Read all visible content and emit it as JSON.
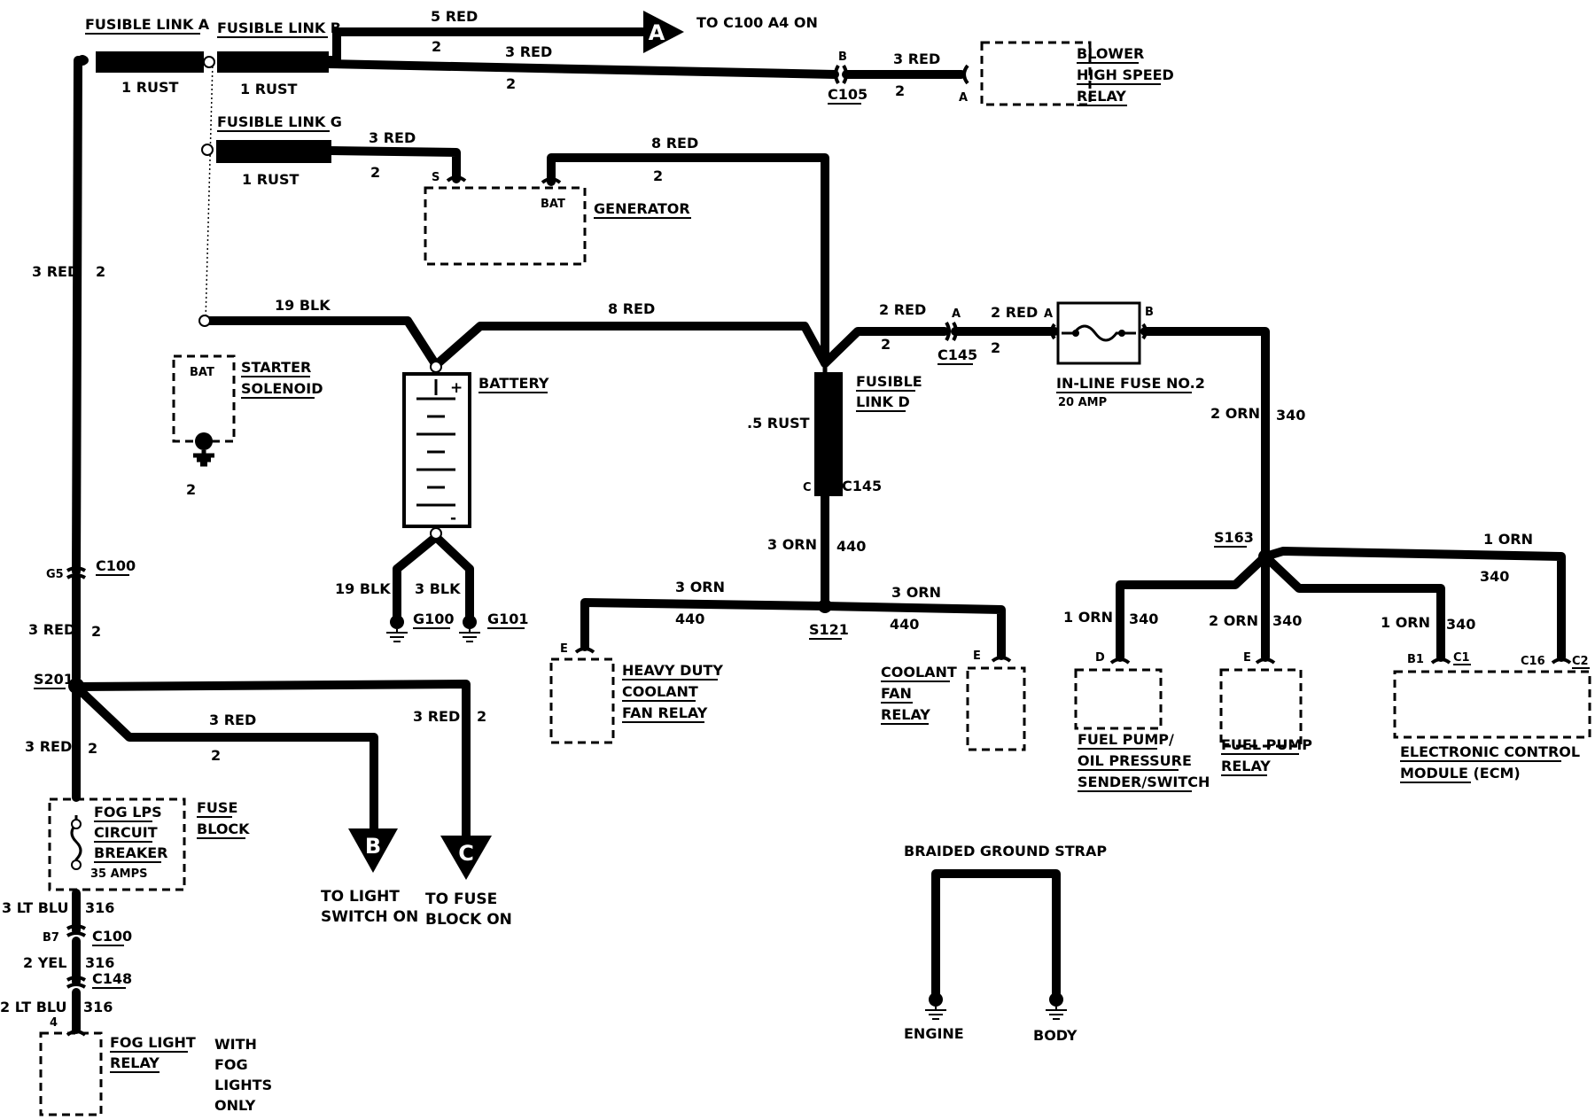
{
  "fusible_links": {
    "a": "FUSIBLE LINK A",
    "b": "FUSIBLE LINK B",
    "g": "FUSIBLE LINK G",
    "d_line1": "FUSIBLE",
    "d_line2": "LINK D"
  },
  "components": {
    "blower_line1": "BLOWER",
    "blower_line2": "HIGH SPEED",
    "blower_line3": "RELAY",
    "generator": "GENERATOR",
    "gen_bat": "BAT",
    "starter_bat": "BAT",
    "starter_line1": "STARTER",
    "starter_line2": "SOLENOID",
    "battery": "BATTERY",
    "battery_pos": "+",
    "battery_neg": "-",
    "inline_fuse": "IN-LINE FUSE NO.2",
    "inline_fuse_rating": "20 AMP",
    "hd_fan_line1": "HEAVY DUTY",
    "hd_fan_line2": "COOLANT",
    "hd_fan_line3": "FAN RELAY",
    "fan_line1": "COOLANT",
    "fan_line2": "FAN",
    "fan_line3": "RELAY",
    "fp_oil_line1": "FUEL PUMP/",
    "fp_oil_line2": "OIL PRESSURE",
    "fp_oil_line3": "SENDER/SWITCH",
    "fp_relay_line1": "FUEL PUMP",
    "fp_relay_line2": "RELAY",
    "ecm_line1": "ELECTRONIC CONTROL",
    "ecm_line2": "MODULE (ECM)",
    "fuse_block_line1": "FUSE",
    "fuse_block_line2": "BLOCK",
    "cb_line1": "FOG LPS",
    "cb_line2": "CIRCUIT",
    "cb_line3": "BREAKER",
    "cb_rating": "35 AMPS",
    "fog_relay_line1": "FOG LIGHT",
    "fog_relay_line2": "RELAY",
    "fog_note_line1": "WITH",
    "fog_note_line2": "FOG",
    "fog_note_line3": "LIGHTS",
    "fog_note_line4": "ONLY",
    "strap": "BRAIDED GROUND STRAP",
    "engine": "ENGINE",
    "body": "BODY"
  },
  "offpage": {
    "a_letter": "A",
    "a_text": "TO C100 A4 ON",
    "b_letter": "B",
    "b_line1": "TO LIGHT",
    "b_line2": "SWITCH ON",
    "c_letter": "C",
    "c_line1": "TO FUSE",
    "c_line2": "BLOCK ON"
  },
  "wires": {
    "link_a_wire": "1 RUST",
    "link_b_wire": "1 RUST",
    "link_g_wire": "1 RUST",
    "five_red": "5 RED",
    "five_red_circ": "2",
    "three_red_blower": "3 RED",
    "three_red_blower_circ": "2",
    "c105_out": "3 RED",
    "c105_out_circ": "2",
    "three_red_s": "3 RED",
    "three_red_s_circ": "2",
    "eight_red_gen": "8 RED",
    "eight_red_gen_circ": "2",
    "nineteen_blk": "19 BLK",
    "eight_red_batt": "8 RED",
    "main_red": "3 RED",
    "main_red_circ": "2",
    "starter_circ": "2",
    "two_red_a": "2 RED",
    "two_red_a_circ": "2",
    "two_red_b": "2 RED",
    "two_red_b_circ": "2",
    "link_d_wire": ".5 RUST",
    "three_orn": "3 ORN",
    "three_orn_circ": "440",
    "hd_orn": "3 ORN",
    "hd_orn_circ": "440",
    "fan_orn": "3 ORN",
    "fan_orn_circ": "440",
    "two_orn": "2 ORN",
    "two_orn_circ": "340",
    "fp_orn": "1 ORN",
    "fp_orn_circ": "340",
    "relay_orn": "2 ORN",
    "relay_orn_circ": "340",
    "ecm_b1_orn": "1 ORN",
    "ecm_b1_circ": "340",
    "ecm_c16_orn": "1 ORN",
    "ecm_c16_circ": "340",
    "g100_wire": "19 BLK",
    "g101_wire": "3 BLK",
    "red_c100": "3 RED",
    "red_c100_circ": "2",
    "red_s201": "3 RED",
    "red_s201_circ": "2",
    "red_b": "3 RED",
    "red_b_circ": "2",
    "red_c": "3 RED",
    "red_c_circ": "2",
    "lt_blu": "3 LT BLU",
    "lt_blu_circ": "316",
    "yel": "2 YEL",
    "yel_circ": "316",
    "lt_blu2": "2 LT BLU",
    "lt_blu2_circ": "316"
  },
  "connectors": {
    "c105": "C105",
    "c105_b": "B",
    "blower_a": "A",
    "gen_s": "S",
    "c145_top": "C145",
    "c145_a": "A",
    "fuse_a": "A",
    "fuse_b": "B",
    "c145_mid": "C145",
    "c145_c": "C",
    "s121": "S121",
    "hd_e": "E",
    "fan_e": "E",
    "s163": "S163",
    "fp_d": "D",
    "relay_e": "E",
    "ecm_b1": "B1",
    "ecm_c1": "C1",
    "ecm_c16": "C16",
    "ecm_c2": "C2",
    "g100": "G100",
    "g101": "G101",
    "c100_top": "C100",
    "c100_g5": "G5",
    "s201": "S201",
    "c100_bot": "C100",
    "c100_b7": "B7",
    "c148": "C148",
    "fog_pin": "4"
  }
}
